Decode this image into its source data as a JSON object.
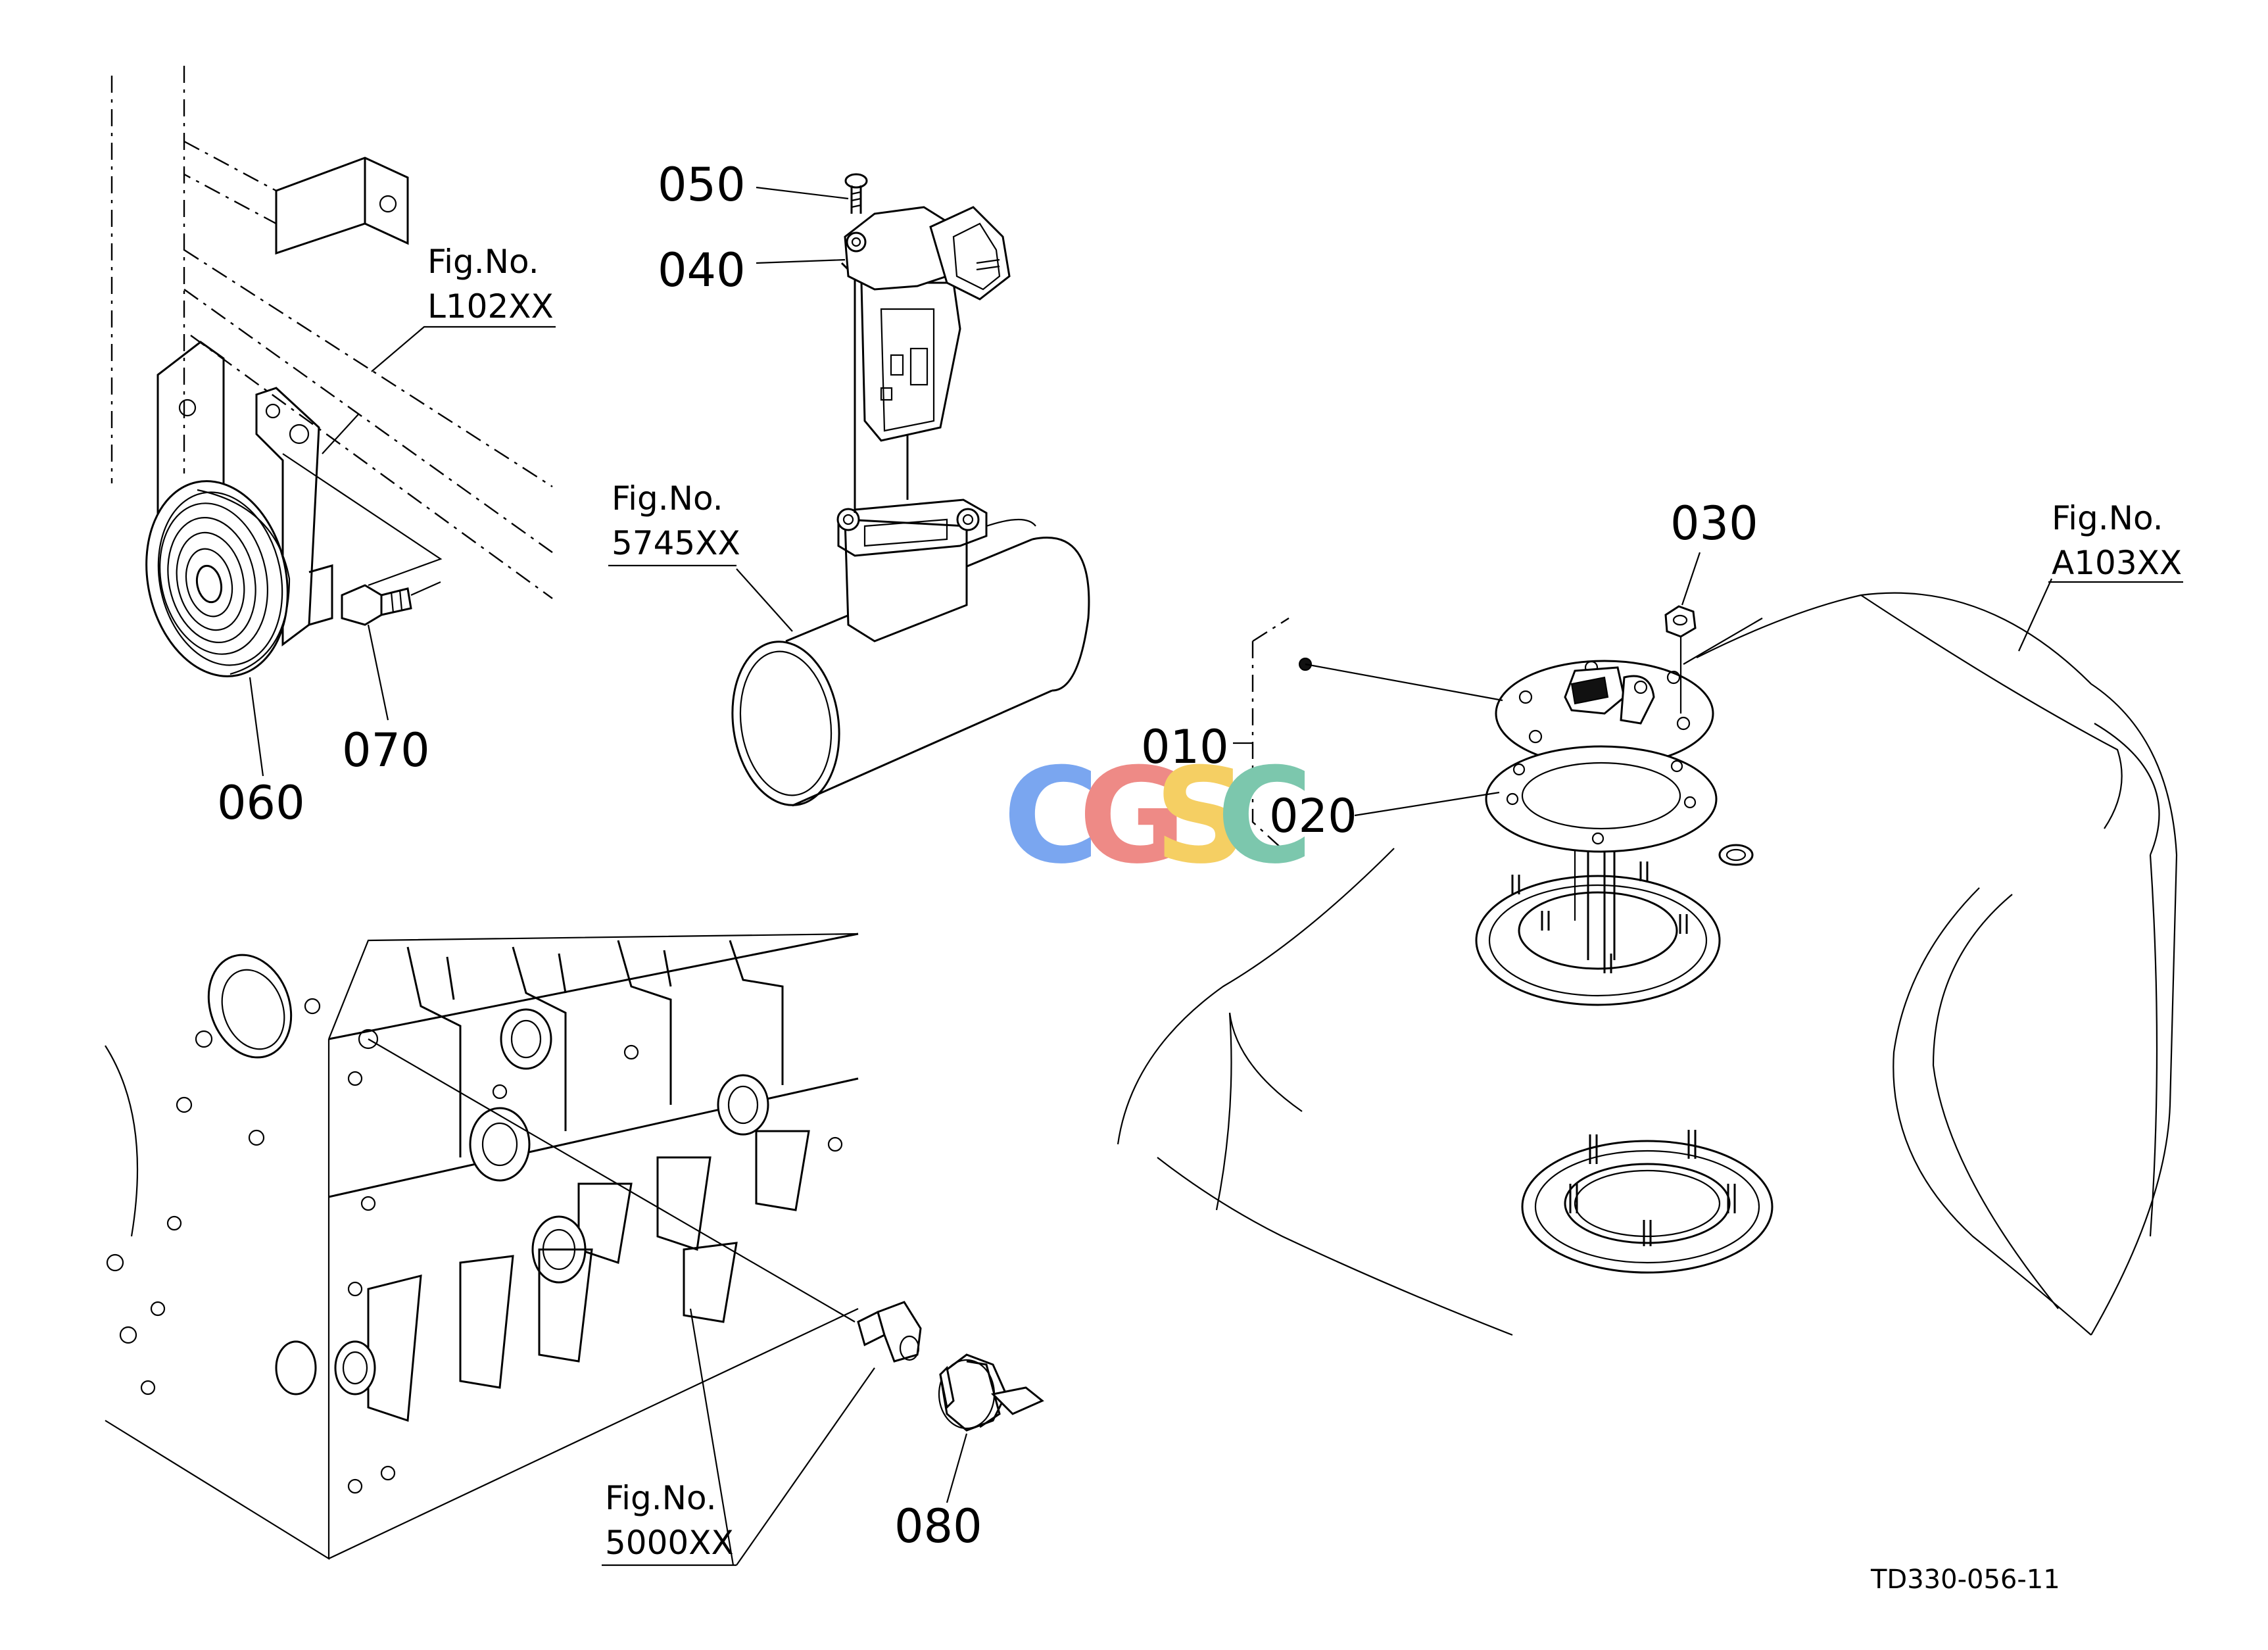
{
  "labels": {
    "p010": "010",
    "p020": "020",
    "p030": "030",
    "p040": "040",
    "p050": "050",
    "p060": "060",
    "p070": "070",
    "p080": "080"
  },
  "refs": {
    "l102": {
      "fig": "Fig.No.",
      "num": "L102XX"
    },
    "f5745": {
      "fig": "Fig.No.",
      "num": "5745XX"
    },
    "a103": {
      "fig": "Fig.No.",
      "num": "A103XX"
    },
    "f5000": {
      "fig": "Fig.No.",
      "num": "5000XX"
    }
  },
  "drawing_code": "TD330-056-11",
  "watermark": {
    "letters": [
      "C",
      "G",
      "S",
      "C"
    ],
    "colors": [
      "#7aa6f0",
      "#ee8a86",
      "#f5cf63",
      "#7cc7ad"
    ]
  }
}
